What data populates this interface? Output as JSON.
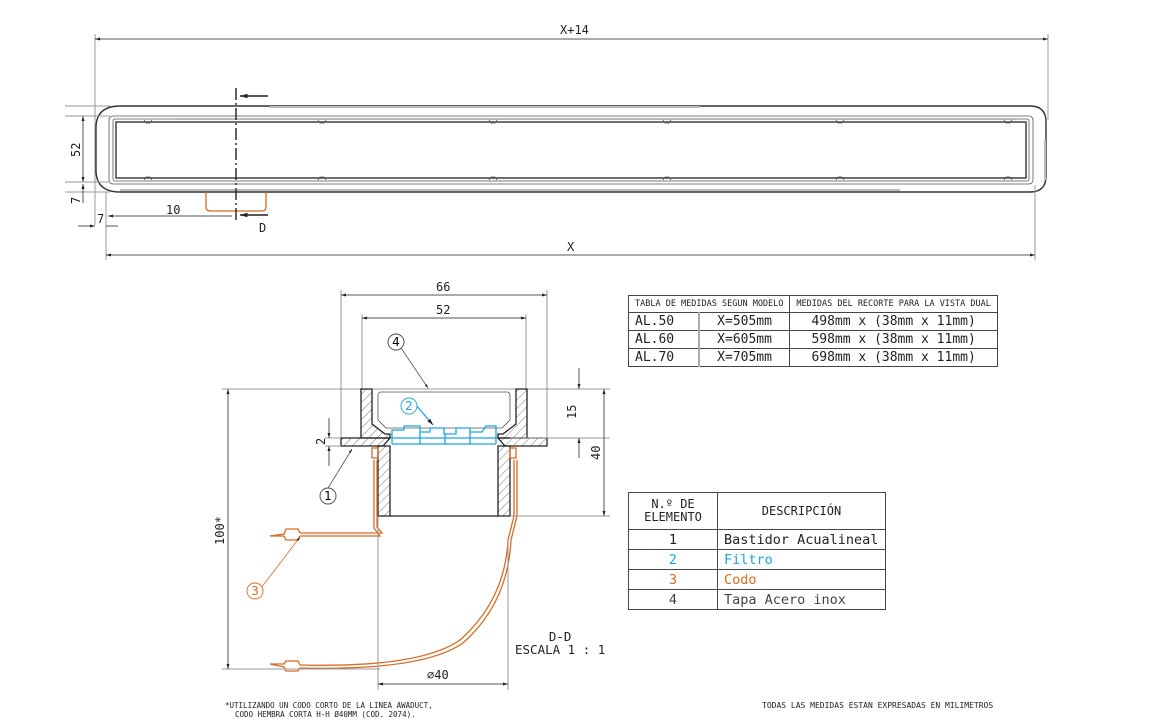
{
  "colors": {
    "codo": "#d86b25",
    "filtro": "#1fa3df",
    "line": "#333333",
    "light_line": "#bbbbbb"
  },
  "top_view": {
    "dimensions": {
      "overall_width": "X+14",
      "inner_width": "X",
      "height": "52",
      "bottom_offset": "7",
      "left_offset": "7",
      "outlet_position": "10"
    },
    "section_marker": "D"
  },
  "section_view": {
    "dimensions": {
      "outer_width": "66",
      "inner_width": "52",
      "top_depth": "15",
      "body_depth": "40",
      "flange_thickness": "2",
      "total_height": "100*",
      "outlet_diameter": "∅40"
    },
    "balloons": [
      "1",
      "2",
      "3",
      "4"
    ],
    "label_line1": "D-D",
    "label_line2": "ESCALA 1 : 1"
  },
  "model_table": {
    "headers": [
      "TABLA DE MEDIDAS SEGUN MODELO",
      "MEDIDAS DEL RECORTE PARA LA VISTA DUAL"
    ],
    "rows": [
      {
        "model": "AL.50",
        "x": "X=505mm",
        "cut": "498mm x (38mm x 11mm)"
      },
      {
        "model": "AL.60",
        "x": "X=605mm",
        "cut": "598mm x (38mm x 11mm)"
      },
      {
        "model": "AL.70",
        "x": "X=705mm",
        "cut": "698mm x (38mm x 11mm)"
      }
    ]
  },
  "element_table": {
    "header_num_line1": "N.º DE",
    "header_num_line2": "ELEMENTO",
    "header_desc": "DESCRIPCIÓN",
    "rows": [
      {
        "num": "1",
        "desc": "Bastidor Acualineal",
        "color": "#222222"
      },
      {
        "num": "2",
        "desc": "Filtro",
        "color": "#1fa3df"
      },
      {
        "num": "3",
        "desc": "Codo",
        "color": "#d86b25"
      },
      {
        "num": "4",
        "desc": "Tapa Acero inox",
        "color": "#444444"
      }
    ]
  },
  "notes": {
    "footnote_line1": "*UTILIZANDO UN CODO CORTO DE LA LINEA AWADUCT,",
    "footnote_line2": "CODO HEMBRA CORTA H-H Ø40MM (COD. 2074).",
    "units_note": "TODAS LAS MEDIDAS ESTAN EXPRESADAS EN MILIMETROS"
  }
}
